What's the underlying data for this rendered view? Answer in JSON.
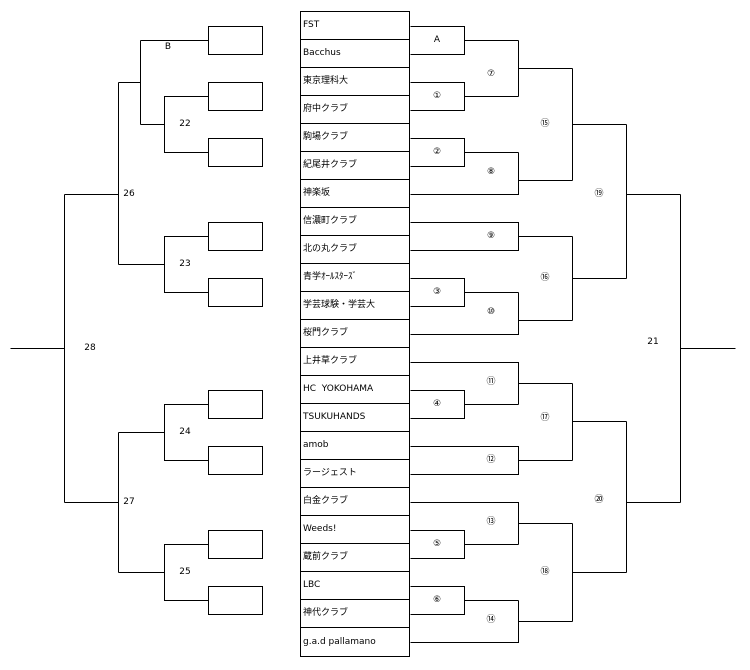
{
  "teams": [
    "FST",
    "Bacchus",
    "東京理科大",
    "府中クラブ",
    "駒場クラブ",
    "紀尾井クラブ",
    "神楽坂",
    "信濃町クラブ",
    "北の丸クラブ",
    "青学ｵｰﾙｽﾀｰｽﾞ",
    "学芸球験・学芸大",
    "桜門クラブ",
    "上井草クラブ",
    "HC  YOKOHAMA",
    "TSUKUHANDS",
    "amob",
    "ラージェスト",
    "白金クラブ",
    "Weeds!",
    "蔵前クラブ",
    "LBC",
    "神代クラブ",
    "g.a.d pallamano"
  ],
  "right_bracket": {
    "round1": [
      "A",
      "①",
      "②",
      "③",
      "④",
      "⑤",
      "⑥"
    ],
    "round2": [
      "⑦",
      "⑧",
      "⑨",
      "⑩",
      "⑪",
      "⑫",
      "⑬",
      "⑭"
    ],
    "round3": [
      "⑮",
      "⑯",
      "⑰",
      "⑱"
    ],
    "round4": [
      "⑲",
      "⑳"
    ],
    "final": "21"
  },
  "left_bracket": {
    "labels": [
      "B",
      "22",
      "23",
      "24",
      "25",
      "26",
      "27",
      "28"
    ]
  },
  "colors": {
    "background": "#ffffff",
    "line": "#000000",
    "text": "#000000"
  }
}
